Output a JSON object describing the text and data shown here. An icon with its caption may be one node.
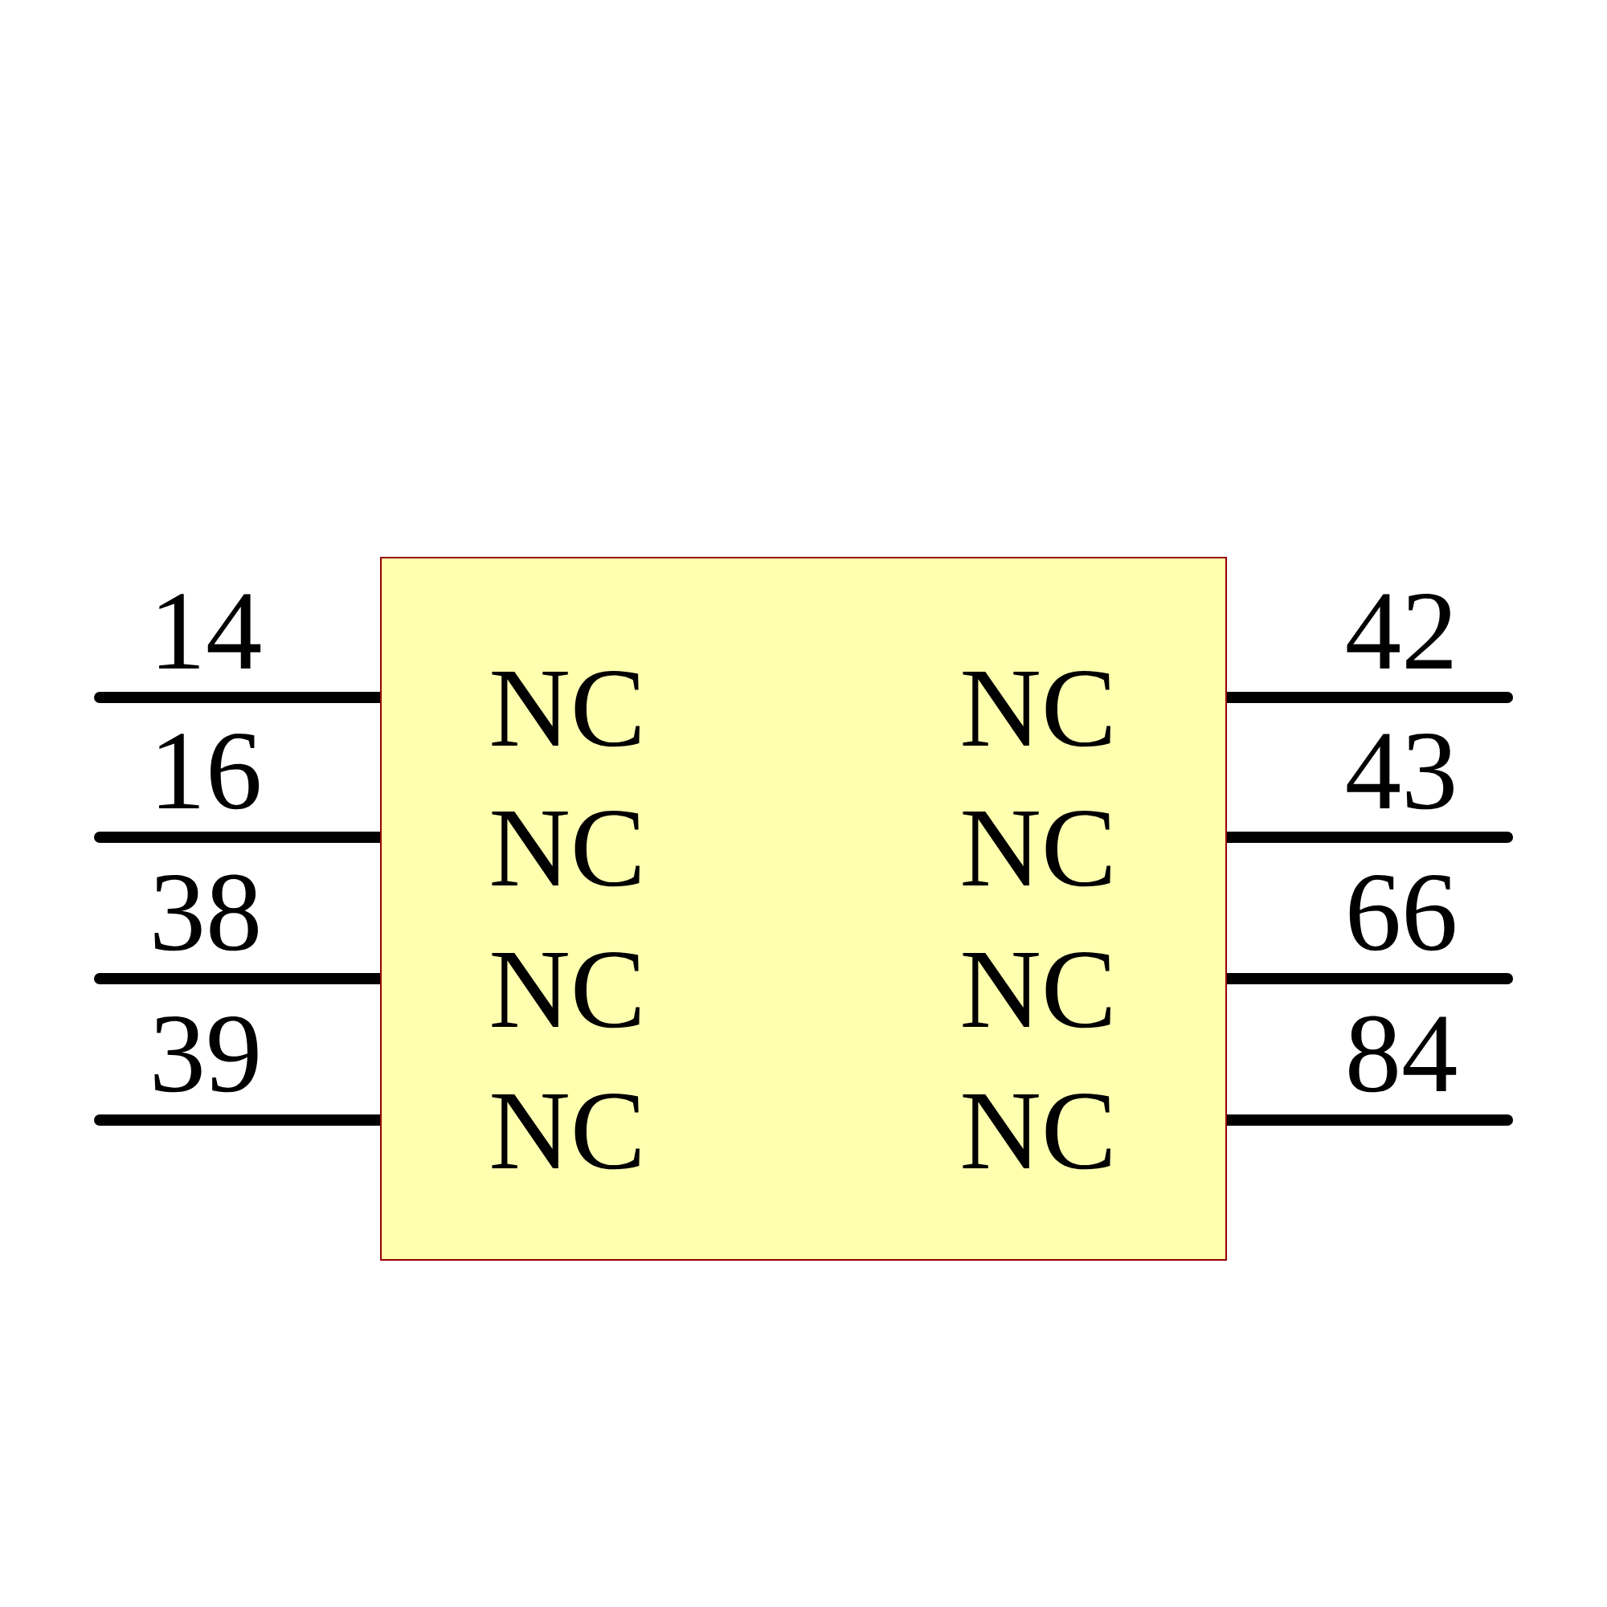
{
  "diagram": {
    "nodes": [
      {
        "text": [
          "NC",
          "NC",
          "NC",
          "NC",
          "NC",
          "NC",
          "NC",
          "NC"
        ]
      }
    ],
    "labels": [
      "14",
      "42",
      "16",
      "43",
      "38",
      "66",
      "39",
      "84"
    ]
  }
}
